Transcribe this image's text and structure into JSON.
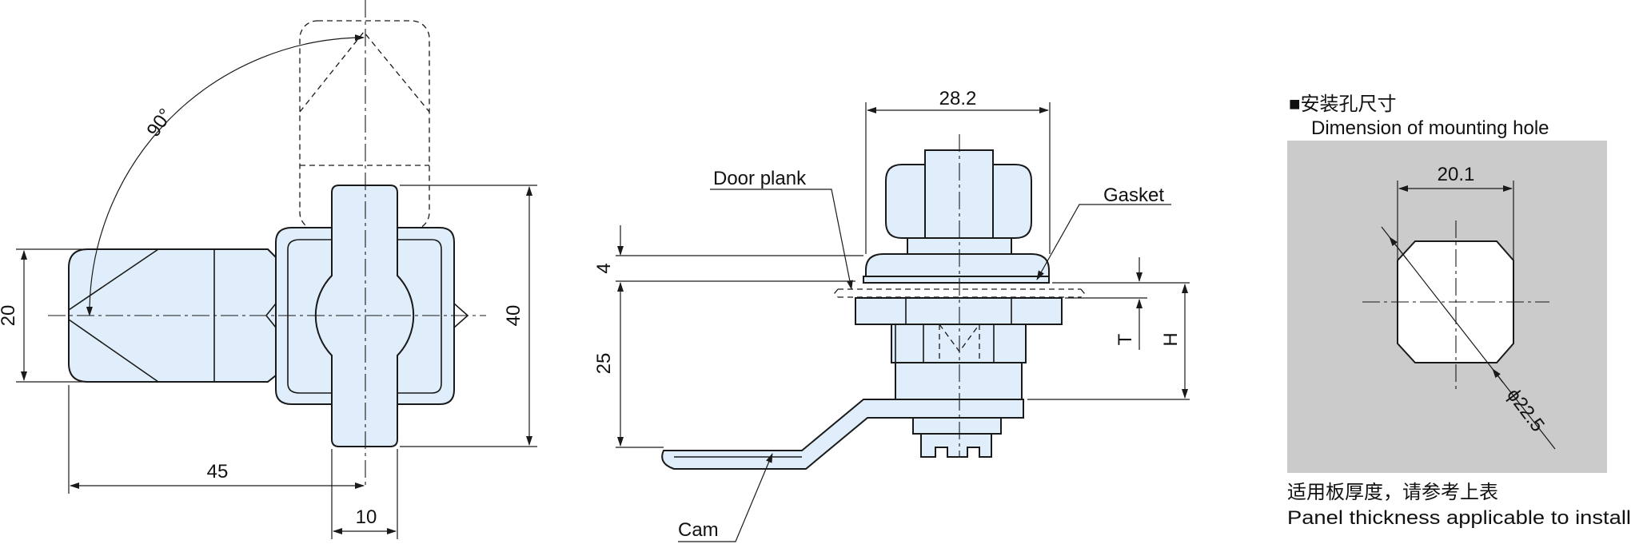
{
  "front_view": {
    "dim_angle": "90°",
    "dim_height_body": "20",
    "dim_height_handle": "40",
    "dim_length": "45",
    "dim_width_handle": "10"
  },
  "side_view": {
    "dim_top_width": "28.2",
    "dim_flange_thickness": "4",
    "dim_body_depth": "25",
    "dim_t": "T",
    "dim_h": "H",
    "label_door_plank": "Door plank",
    "label_gasket": "Gasket",
    "label_cam": "Cam"
  },
  "mounting_hole": {
    "title_cn": "■安装孔尺寸",
    "title_en": "Dimension of mounting hole",
    "dim_flat": "20.1",
    "dim_diameter": "ϕ22.5",
    "note_cn": "适用板厚度，请参考上表",
    "note_en": "Panel thickness applicable to install"
  }
}
